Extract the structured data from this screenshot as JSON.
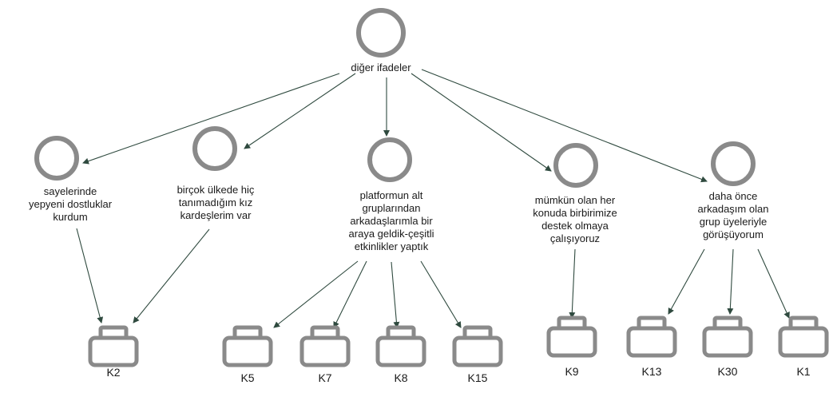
{
  "root": {
    "label": "diğer ifadeler"
  },
  "themes": [
    {
      "id": "t1",
      "lines": [
        "sayelerinde",
        "yepyeni dostluklar",
        "kurdum"
      ]
    },
    {
      "id": "t2",
      "lines": [
        "birçok ülkede hiç",
        "tanımadığım kız",
        "kardeşlerim var"
      ]
    },
    {
      "id": "t3",
      "lines": [
        "platformun alt",
        "gruplarından",
        "arkadaşlarımla bir",
        "araya geldik-çeşitli",
        "etkinlikler yaptık"
      ]
    },
    {
      "id": "t4",
      "lines": [
        "mümkün olan her",
        "konuda birbirimize",
        "destek olmaya",
        "çalışıyoruz"
      ]
    },
    {
      "id": "t5",
      "lines": [
        "daha önce",
        "arkadaşım olan",
        "grup üyeleriyle",
        "görüşüyorum"
      ]
    }
  ],
  "participants": [
    {
      "id": "p1",
      "label": "K2"
    },
    {
      "id": "p2",
      "label": "K5"
    },
    {
      "id": "p3",
      "label": "K7"
    },
    {
      "id": "p4",
      "label": "K8"
    },
    {
      "id": "p5",
      "label": "K15"
    },
    {
      "id": "p6",
      "label": "K9"
    },
    {
      "id": "p7",
      "label": "K13"
    },
    {
      "id": "p8",
      "label": "K30"
    },
    {
      "id": "p9",
      "label": "K1"
    }
  ],
  "edges": [
    [
      "root",
      "t1"
    ],
    [
      "root",
      "t2"
    ],
    [
      "root",
      "t3"
    ],
    [
      "root",
      "t4"
    ],
    [
      "root",
      "t5"
    ],
    [
      "t1",
      "p1"
    ],
    [
      "t2",
      "p1"
    ],
    [
      "t3",
      "p2"
    ],
    [
      "t3",
      "p3"
    ],
    [
      "t3",
      "p4"
    ],
    [
      "t3",
      "p5"
    ],
    [
      "t4",
      "p6"
    ],
    [
      "t5",
      "p7"
    ],
    [
      "t5",
      "p8"
    ],
    [
      "t5",
      "p9"
    ]
  ]
}
